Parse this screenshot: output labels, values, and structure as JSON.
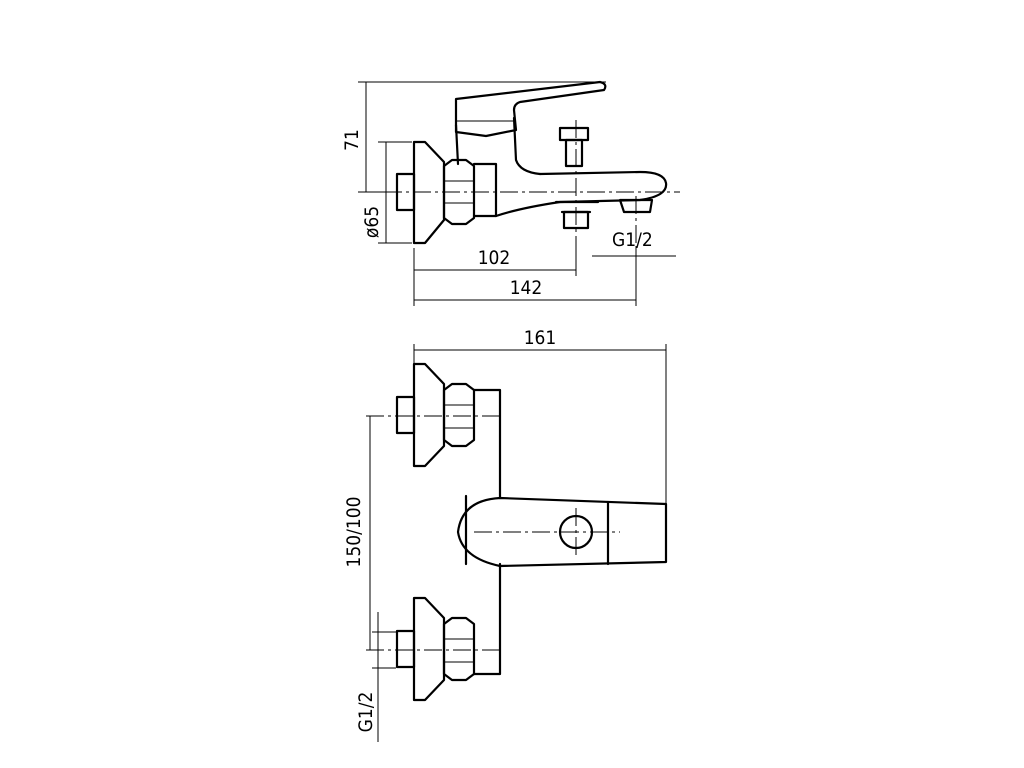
{
  "top_view": {
    "dims": {
      "height": "71",
      "diameter": "ø65",
      "spout_offset": "102",
      "total_length": "142",
      "thread": "G1/2"
    }
  },
  "front_view": {
    "dims": {
      "width": "161",
      "center_distance": "150/100",
      "thread": "G1/2"
    }
  }
}
